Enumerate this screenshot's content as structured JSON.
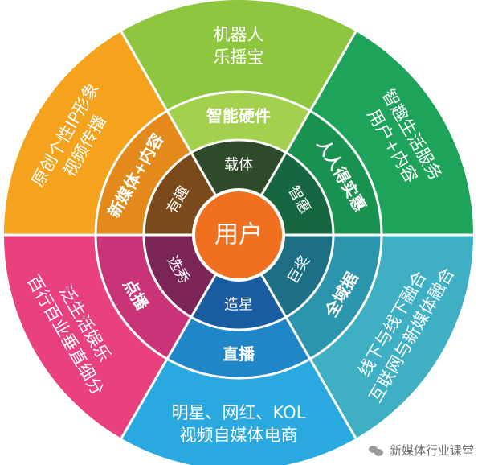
{
  "center": {
    "label": "用户",
    "color": "#f07020"
  },
  "sectors": [
    {
      "id": "top",
      "color": "#8fc63f",
      "mid_color": "#a3d14e",
      "inner_color": "#2f4a2a",
      "outer": [
        "机器人",
        "乐摇宝"
      ],
      "mid": "智能硬件",
      "inner": "载体"
    },
    {
      "id": "upper-right",
      "color": "#1ea35a",
      "mid_color": "#19924f",
      "inner_color": "#16673f",
      "outer": [
        "智趣生活服务",
        "用户+内容"
      ],
      "mid": "人人得实惠",
      "inner": "智惠"
    },
    {
      "id": "lower-right",
      "color": "#3fb0c4",
      "mid_color": "#2a95ad",
      "inner_color": "#1d6f86",
      "outer": [
        "线下与线下融合",
        "互联网与新媒体融合"
      ],
      "mid": "全域据",
      "inner": "巨奖"
    },
    {
      "id": "bottom",
      "color": "#2aa8e0",
      "mid_color": "#1f86c8",
      "inner_color": "#1a5ca0",
      "outer": [
        "明星、网红、KOL",
        "视频自媒体电商"
      ],
      "mid": "直播",
      "inner": "造星"
    },
    {
      "id": "lower-left",
      "color": "#e8417e",
      "mid_color": "#c93378",
      "inner_color": "#7a2458",
      "outer": [
        "泛生活娱乐",
        "百行百业垂直细分"
      ],
      "mid": "点播",
      "inner": "选秀"
    },
    {
      "id": "upper-left",
      "color": "#f5a21d",
      "mid_color": "#e38a1a",
      "inner_color": "#7a4a1a",
      "outer": [
        "原创个性IP形象",
        "视频传播"
      ],
      "mid": "新媒体+内容",
      "inner": "有趣"
    }
  ],
  "watermark": {
    "label": "新媒体行业课堂",
    "icon": "wechat-icon"
  }
}
